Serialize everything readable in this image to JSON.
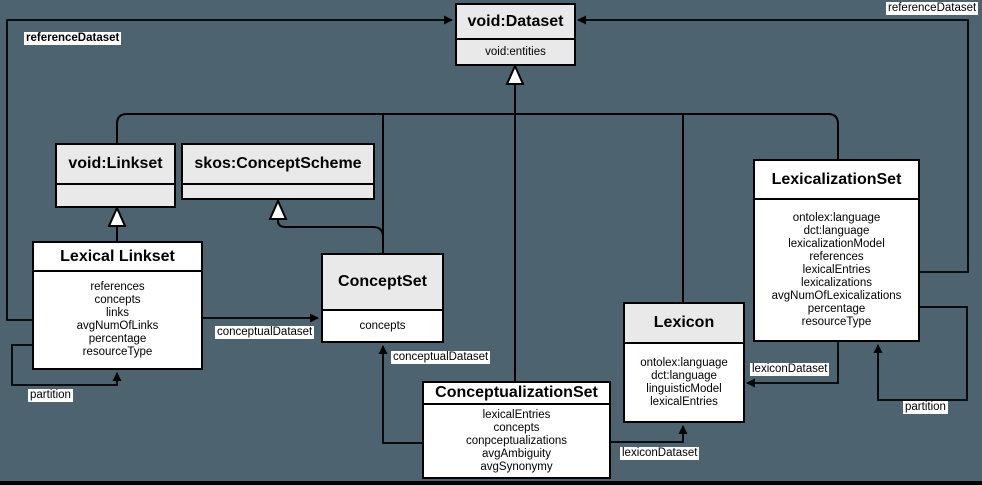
{
  "classes": {
    "void_dataset": {
      "name": "void:Dataset",
      "attributes": [
        "void:entities"
      ]
    },
    "void_linkset": {
      "name": "void:Linkset",
      "attributes": []
    },
    "skos_concept_scheme": {
      "name": "skos:ConceptScheme",
      "attributes": []
    },
    "lexical_linkset": {
      "name": "Lexical Linkset",
      "attributes": [
        "references",
        "concepts",
        "links",
        "avgNumOfLinks",
        "percentage",
        "resourceType"
      ]
    },
    "concept_set": {
      "name": "ConceptSet",
      "attributes": [
        "concepts"
      ]
    },
    "conceptualization_set": {
      "name": "ConceptualizationSet",
      "attributes": [
        "lexicalEntries",
        "concepts",
        "conpceptualizations",
        "avgAmbiguity",
        "avgSynonymy"
      ]
    },
    "lexicon": {
      "name": "Lexicon",
      "attributes": [
        "ontolex:language",
        "dct:language",
        "linguisticModel",
        "lexicalEntries"
      ]
    },
    "lexicalization_set": {
      "name": "LexicalizationSet",
      "attributes": [
        "ontolex:language",
        "dct:language",
        "lexicalizationModel",
        "references",
        "lexicalEntries",
        "lexicalizations",
        "avgNumOfLexicalizations",
        "percentage",
        "resourceType"
      ]
    }
  },
  "edge_labels": {
    "reference_dataset_left": "referenceDataset",
    "reference_dataset_right": "referenceDataset",
    "conceptual_dataset_left": "conceptualDataset",
    "conceptual_dataset_center": "conceptualDataset",
    "lexicon_dataset_bottom": "lexiconDataset",
    "lexicon_dataset_right": "lexiconDataset",
    "partition_left": "partition",
    "partition_right": "partition"
  },
  "colors": {
    "background": "#4d6370",
    "class_header_fill": "#e9e9e9",
    "class_body_fill": "#ffffff",
    "line": "#000000"
  }
}
